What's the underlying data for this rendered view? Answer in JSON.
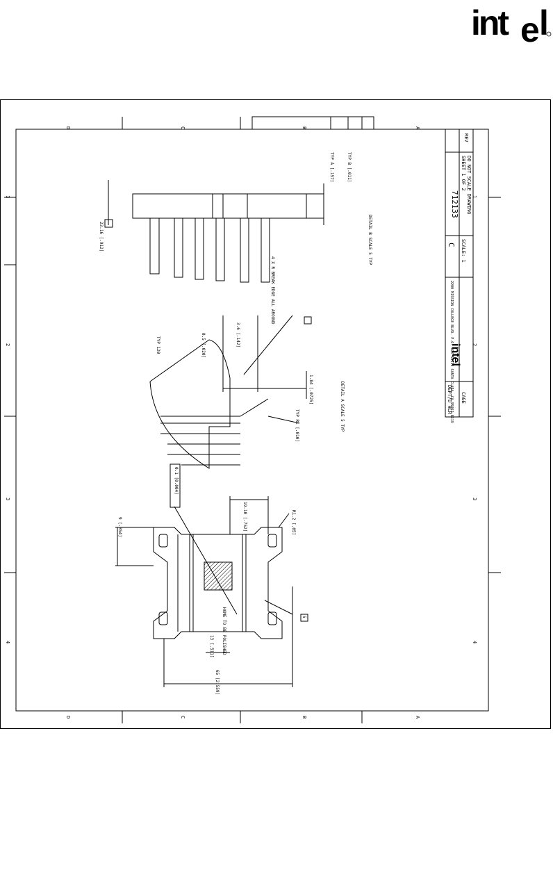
{
  "brand": {
    "name": "intel"
  },
  "zone_letters": {
    "top": [
      "D",
      "C",
      "B",
      "A"
    ],
    "bottom": [
      "D",
      "C",
      "B",
      "A"
    ]
  },
  "zone_numbers": {
    "left": [
      "1",
      "2",
      "3",
      "4"
    ],
    "right": [
      "1",
      "2",
      "3",
      "4"
    ]
  },
  "title_block": {
    "drawing_number": "712133",
    "size": "C",
    "scale": "SCALE: 1",
    "sheet": "SHEET 1 OF 2",
    "note": "DO NOT SCALE DRAWING",
    "company": "2200 MISSION COLLEGE BLVD. P.O. BOX 58119 SANTA CLARA, CA 95052-8119",
    "dept": "DEPT/D HLR",
    "cage": "CAGE",
    "rev": "REV"
  },
  "annotations": {
    "detail_b": "DETAIL B SCALE 5 TYP",
    "detail_a": "DETAIL A SCALE 5 TYP",
    "break_edge": "4 X R BREAK EDGE ALL AROUND",
    "typ_a": "TYP A [.157]",
    "typ_b": "TYP B [.011]",
    "typ_120": "TYP 120",
    "typ_r": "TYP R1 [.010]",
    "dim_23": "23.16 [.912]",
    "dim_9": "9 [.354]",
    "dim_19": "19.10 [.752]",
    "dim_r1": "R1.2 [.05]",
    "dim_13": "13 [.511]",
    "dim_65": "65 [2.559]",
    "dim_1": "1.84 [.0725]",
    "dim_05": "0.5 [.020]",
    "dim_36": "3.6 [.142]",
    "flatness": "0.1 [0.004]",
    "note_5": "5",
    "finish": "HOME TO BE POLISHED"
  }
}
